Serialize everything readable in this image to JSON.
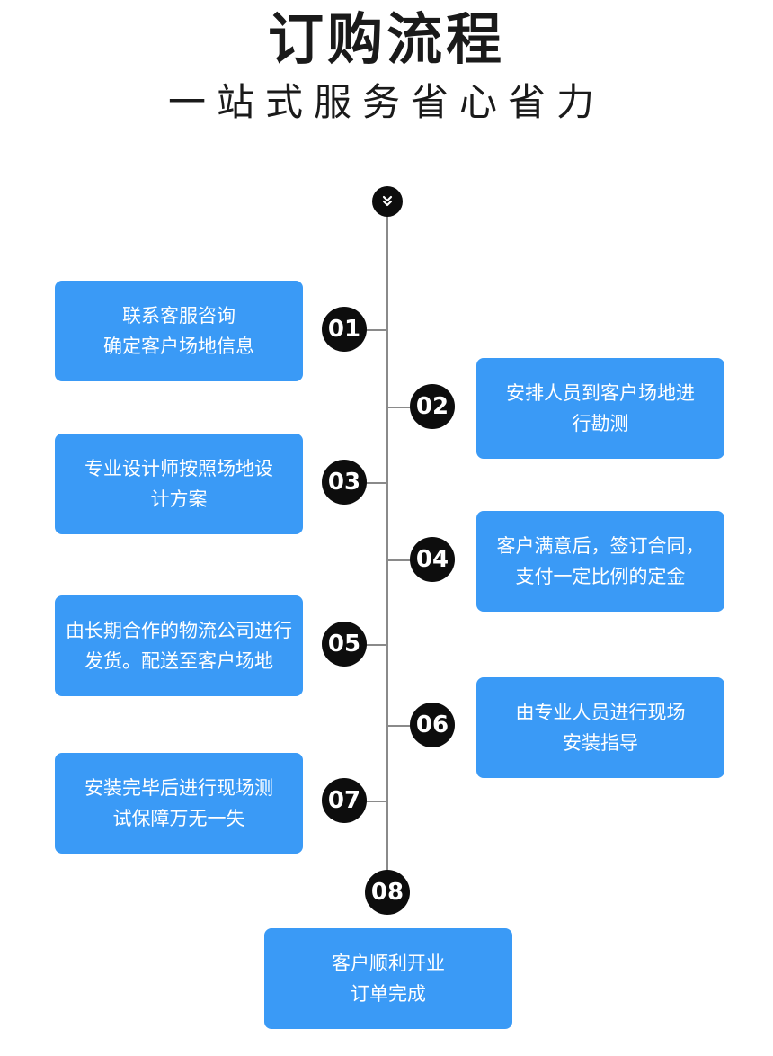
{
  "title": "订购流程",
  "subtitle": "一站式服务省心省力",
  "icons": {
    "start": "double-chevron-down-icon"
  },
  "colors": {
    "box": "#3a9af6",
    "circle": "#0d0d0d",
    "line": "#8a8a8a"
  },
  "steps": [
    {
      "num": "01",
      "text": "联系客服咨询\n确定客户场地信息"
    },
    {
      "num": "02",
      "text": "安排人员到客户场地进\n行勘测"
    },
    {
      "num": "03",
      "text": "专业设计师按照场地设\n计方案"
    },
    {
      "num": "04",
      "text": "客户满意后，签订合同，\n支付一定比例的定金"
    },
    {
      "num": "05",
      "text": "由长期合作的物流公司进行\n发货。配送至客户场地"
    },
    {
      "num": "06",
      "text": "由专业人员进行现场\n安装指导"
    },
    {
      "num": "07",
      "text": "安装完毕后进行现场测\n试保障万无一失"
    },
    {
      "num": "08",
      "text": "客户顺利开业\n订单完成"
    }
  ]
}
